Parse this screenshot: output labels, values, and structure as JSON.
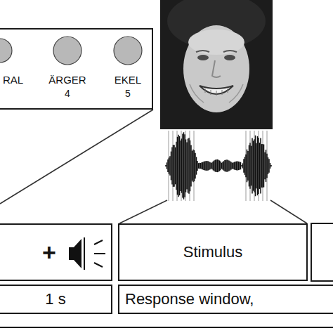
{
  "diagram": {
    "nodes": [
      {
        "text": [
          "RAL",
          "ÄRGER",
          "4",
          "EKEL",
          "5"
        ]
      },
      {
        "text": [
          "+"
        ]
      },
      {
        "text": [
          "Stimulus"
        ]
      },
      {
        "text": [
          "1 s"
        ]
      },
      {
        "text": [
          "Response window,"
        ]
      }
    ]
  }
}
